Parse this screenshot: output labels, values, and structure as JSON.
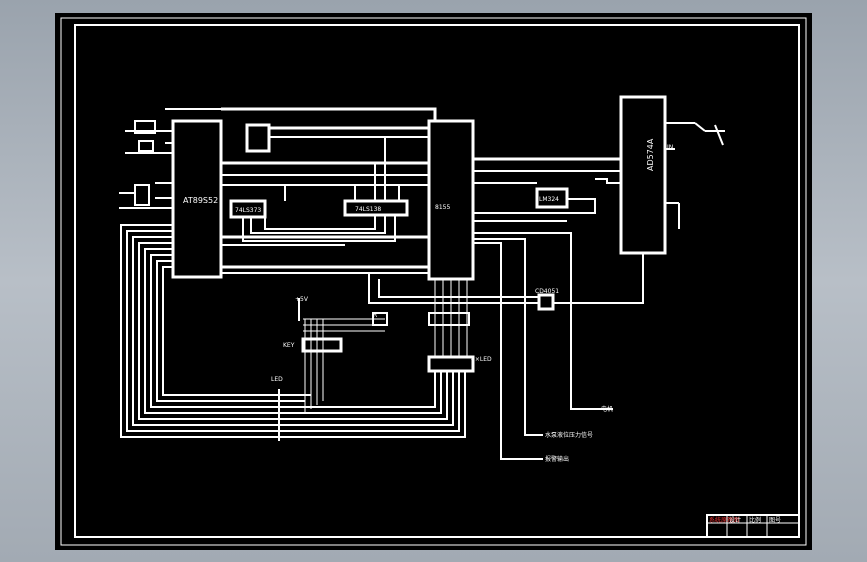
{
  "chips": {
    "mcu": "AT89S52",
    "adc": "AD574A",
    "latch": "8155",
    "gate1": "74LS373",
    "gate2": "74LS138",
    "amp": "LM324",
    "switch": "CD4051"
  },
  "labels": {
    "vcc": "+5V",
    "keys": "KEY",
    "disp": "LED",
    "display_seg": "4×LED",
    "output_motor": "电机",
    "output_pressure": "水泵液位压力信号",
    "output_alarm": "报警输出"
  },
  "titleblock": {
    "name": "系统原理图",
    "c1": "设计",
    "c2": "比例",
    "c3": "图号"
  },
  "colors": {
    "line": "#ffffff",
    "bg": "#000000",
    "accent": "#e33333"
  }
}
